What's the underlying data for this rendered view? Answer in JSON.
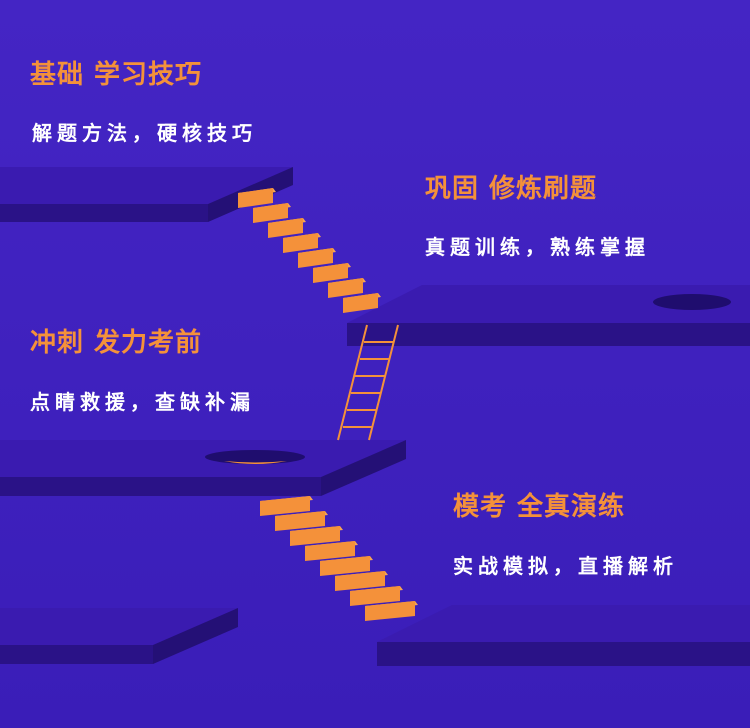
{
  "colors": {
    "background": "#3d1fbf",
    "accent": "#f4913a",
    "text": "#ffffff"
  },
  "sections": [
    {
      "title": "基础 学习技巧",
      "subtitle": "解题方法，硬核技巧"
    },
    {
      "title": "巩固 修炼刷题",
      "subtitle": "真题训练，熟练掌握"
    },
    {
      "title": "冲刺 发力考前",
      "subtitle": "点睛救援，查缺补漏"
    },
    {
      "title": "模考 全真演练",
      "subtitle": "实战模拟，直播解析"
    }
  ]
}
